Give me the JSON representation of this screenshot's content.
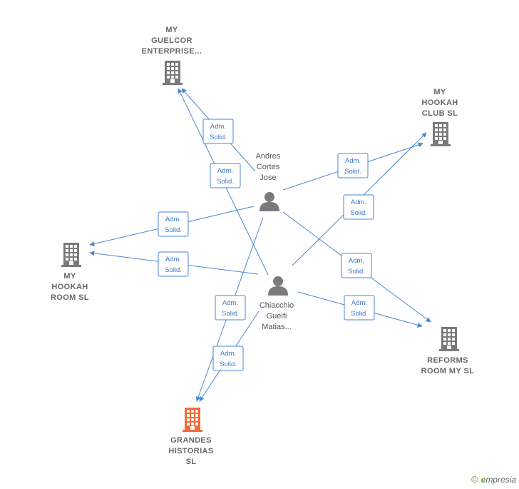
{
  "people": [
    {
      "id": "andres",
      "name_lines": [
        "Andres",
        "Cortes",
        "Jose"
      ]
    },
    {
      "id": "chiacchio",
      "name_lines": [
        "Chiacchio",
        "Guelfi",
        "Matias..."
      ]
    }
  ],
  "companies": [
    {
      "id": "guelcor",
      "name_lines": [
        "MY",
        "GUELCOR",
        "ENTERPRISE..."
      ],
      "focus": false
    },
    {
      "id": "hookah_club",
      "name_lines": [
        "MY",
        "HOOKAH",
        "CLUB  SL"
      ],
      "focus": false
    },
    {
      "id": "hookah_room",
      "name_lines": [
        "MY",
        "HOOKAH",
        "ROOM  SL"
      ],
      "focus": false
    },
    {
      "id": "reforms",
      "name_lines": [
        "REFORMS",
        "ROOM MY  SL"
      ],
      "focus": false
    },
    {
      "id": "grandes",
      "name_lines": [
        "GRANDES",
        "HISTORIAS",
        "SL"
      ],
      "focus": true
    }
  ],
  "relations": [
    {
      "from": "andres",
      "to": "guelcor",
      "label_lines": [
        "Adm.",
        "Solid."
      ]
    },
    {
      "from": "chiacchio",
      "to": "guelcor",
      "label_lines": [
        "Adm.",
        "Solid."
      ]
    },
    {
      "from": "andres",
      "to": "hookah_club",
      "label_lines": [
        "Adm.",
        "Solid."
      ]
    },
    {
      "from": "chiacchio",
      "to": "hookah_club",
      "label_lines": [
        "Adm.",
        "Solid."
      ]
    },
    {
      "from": "andres",
      "to": "hookah_room",
      "label_lines": [
        "Adm.",
        "Solid."
      ]
    },
    {
      "from": "chiacchio",
      "to": "hookah_room",
      "label_lines": [
        "Adm.",
        "Solid."
      ]
    },
    {
      "from": "andres",
      "to": "reforms",
      "label_lines": [
        "Adm.",
        "Solid."
      ]
    },
    {
      "from": "chiacchio",
      "to": "reforms",
      "label_lines": [
        "Adm.",
        "Solid."
      ]
    },
    {
      "from": "chiacchio",
      "to": "grandes",
      "label_lines": [
        "Adm.",
        "Solid."
      ]
    },
    {
      "from": "andres",
      "to": "grandes",
      "label_lines": [
        "Adm.",
        "Solid."
      ]
    }
  ],
  "colors": {
    "edge": "#4a86d4",
    "company_icon": "#7a7a7a",
    "focus_company_icon": "#f26b3a",
    "person_icon": "#7a7a7a",
    "brand": "#5aa02c"
  },
  "icons": {
    "company": "building-icon",
    "person": "person-icon",
    "copyright": "copyright-icon"
  },
  "footer": {
    "copyright_symbol": "©",
    "brand_first": "e",
    "brand_rest": "mpresia"
  }
}
